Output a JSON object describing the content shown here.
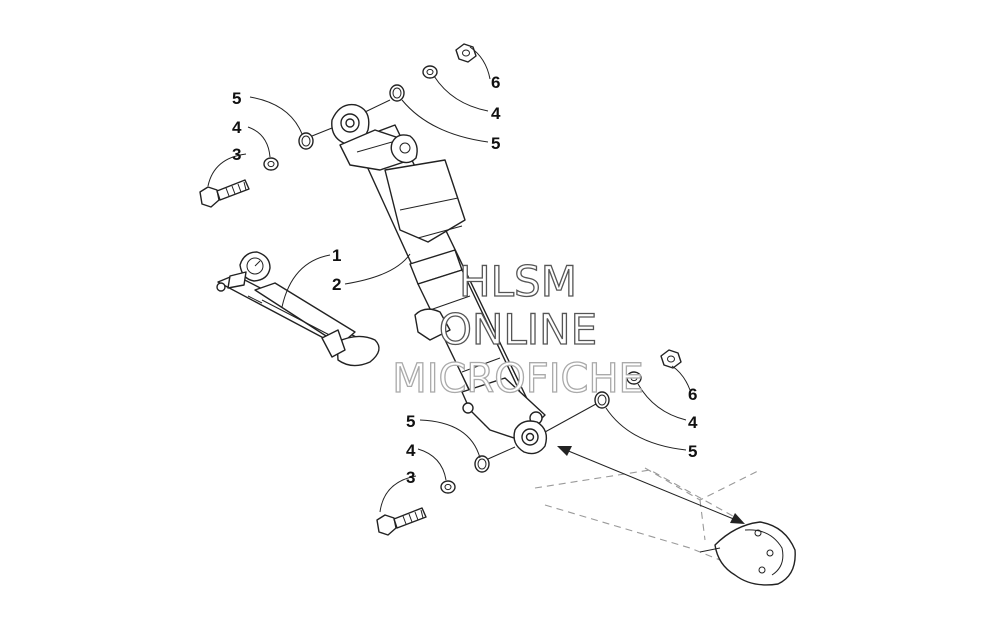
{
  "callouts": {
    "c1": "1",
    "c2": "2",
    "c3_top": "3",
    "c4_top_left": "4",
    "c5_top_left": "5",
    "c6_top_right": "6",
    "c4_top_right": "4",
    "c5_top_right": "5",
    "c5_bottom_left": "5",
    "c4_bottom_left": "4",
    "c3_bottom": "3",
    "c6_bottom_right": "6",
    "c4_bottom_right": "4",
    "c5_bottom_right": "5"
  },
  "watermark": {
    "line1": "HLSM",
    "line2": "ONLINE",
    "line3": "MICROFICHE"
  },
  "colors": {
    "line": "#222222",
    "ghost_line": "#9a9a9a",
    "watermark_stroke": "#555555",
    "background": "#ffffff"
  }
}
